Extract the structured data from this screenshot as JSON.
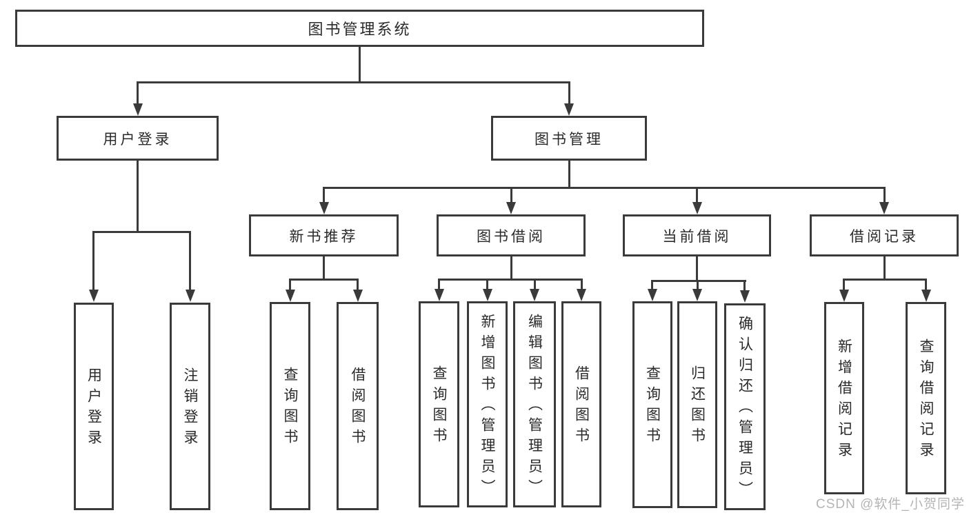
{
  "diagram": {
    "type": "tree",
    "title": "图书管理系统",
    "colors": {
      "line": "#3a3a3a",
      "text": "#2a2a2a",
      "background": "#ffffff",
      "watermark": "#a8a8a8"
    },
    "nodes": {
      "root": {
        "label": "图书管理系统",
        "level": 1
      },
      "user_login_grp": {
        "label": "用户登录",
        "level": 2,
        "parent": "root"
      },
      "book_mgmt": {
        "label": "图书管理",
        "level": 2,
        "parent": "root"
      },
      "user_login": {
        "label": "用户登录",
        "level": 3,
        "parent": "user_login_grp"
      },
      "logout": {
        "label": "注销登录",
        "level": 3,
        "parent": "user_login_grp"
      },
      "new_book_rec": {
        "label": "新书推荐",
        "level": 3,
        "parent": "book_mgmt"
      },
      "book_borrow": {
        "label": "图书借阅",
        "level": 3,
        "parent": "book_mgmt"
      },
      "current_borrow": {
        "label": "当前借阅",
        "level": 3,
        "parent": "book_mgmt"
      },
      "borrow_records": {
        "label": "借阅记录",
        "level": 3,
        "parent": "book_mgmt"
      },
      "rec_query_book": {
        "label": "查询图书",
        "level": 4,
        "parent": "new_book_rec"
      },
      "rec_borrow_book": {
        "label": "借阅图书",
        "level": 4,
        "parent": "new_book_rec"
      },
      "bb_query_book": {
        "label": "查询图书",
        "level": 4,
        "parent": "book_borrow"
      },
      "bb_add_book": {
        "label": "新增图书（管理员）",
        "level": 4,
        "parent": "book_borrow"
      },
      "bb_edit_book": {
        "label": "编辑图书（管理员）",
        "level": 4,
        "parent": "book_borrow"
      },
      "bb_borrow_book": {
        "label": "借阅图书",
        "level": 4,
        "parent": "book_borrow"
      },
      "cb_query_book": {
        "label": "查询图书",
        "level": 4,
        "parent": "current_borrow"
      },
      "cb_return_book": {
        "label": "归还图书",
        "level": 4,
        "parent": "current_borrow"
      },
      "cb_confirm_return": {
        "label": "确认归还（管理员）",
        "level": 4,
        "parent": "current_borrow"
      },
      "br_add_record": {
        "label": "新增借阅记录",
        "level": 4,
        "parent": "borrow_records"
      },
      "br_query_record": {
        "label": "查询借阅记录",
        "level": 4,
        "parent": "borrow_records"
      }
    },
    "watermark": {
      "text": "CSDN @软件_小贺同学"
    }
  }
}
